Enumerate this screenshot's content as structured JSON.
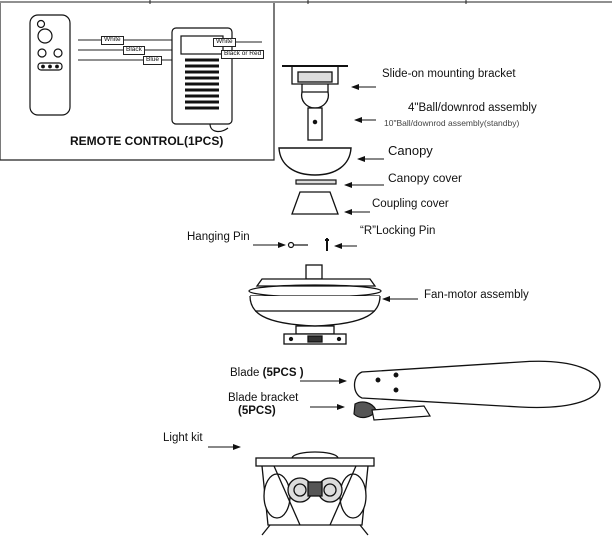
{
  "remote_box": {
    "title": "REMOTE CONTROL(1PCS)",
    "wires": {
      "white_left": "White",
      "black": "Black",
      "blue": "Blue",
      "white_right": "White",
      "black_or_red": "Black or Red"
    }
  },
  "labels": {
    "mounting_bracket": "Slide-on mounting bracket",
    "downrod": "4\"Ball/downrod assembly",
    "downrod_standby": "10\"Ball/downrod assembly(standby)",
    "canopy": "Canopy",
    "canopy_cover": "Canopy cover",
    "coupling_cover": "Coupling cover",
    "hanging_pin": "Hanging Pin",
    "locking_pin": "“R”Locking Pin",
    "fan_motor": "Fan-motor assembly",
    "blade": "Blade",
    "blade_qty": "(5PCS )",
    "blade_bracket": "Blade bracket",
    "blade_bracket_qty": "(5PCS)",
    "light_kit": "Light kit"
  }
}
